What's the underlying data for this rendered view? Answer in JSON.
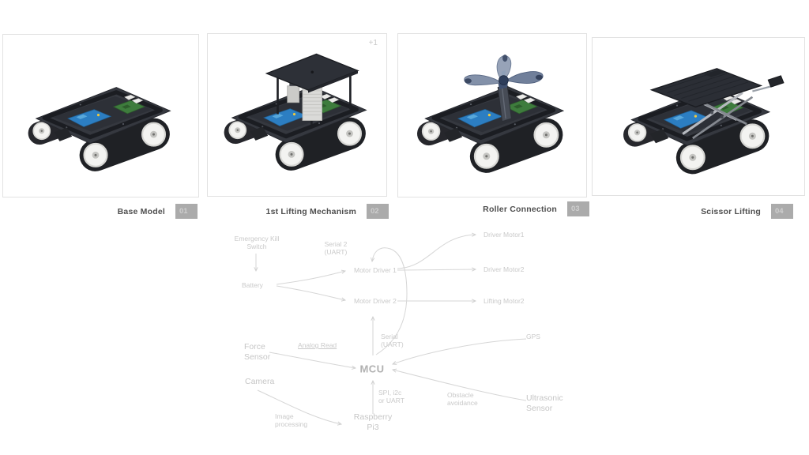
{
  "page": {
    "background": "#ffffff"
  },
  "gallery": {
    "badge_bg": "#ababab",
    "badge_text_color": "#cfcfcf",
    "label_color": "#4f4f4f",
    "card_border_color": "#e2e2e2",
    "items": [
      {
        "label": "Base Model",
        "badge": "01",
        "variant": "base"
      },
      {
        "label": "1st Lifting Mechanism",
        "badge": "02",
        "variant": "first-lifting-mechanism",
        "overlay": "+1"
      },
      {
        "label": "Roller Connection",
        "badge": "03",
        "variant": "roller-connection"
      },
      {
        "label": "Scissor Lifting",
        "badge": "04",
        "variant": "scissor-lifting"
      }
    ]
  },
  "diagram": {
    "line_color": "#d6d6d6",
    "label_color": "#c9c9c9",
    "mcu_color": "#b1b1b1",
    "nodes": {
      "emergency": {
        "line1": "Emergency Kill",
        "line2": "Switch"
      },
      "battery": "Battery",
      "serial2": {
        "line1": "Serial 2",
        "line2": "(UART)"
      },
      "motor_driver_1": "Motor Driver 1",
      "motor_driver_2": "Motor Driver 2",
      "driver_motor1": "Driver Motor1",
      "driver_motor2": "Driver Motor2",
      "lifting_motor2": "Lifting  Motor2",
      "mcu": "MCU",
      "serial": {
        "line1": "Serial",
        "line2": "(UART)"
      },
      "force_sensor": {
        "line1": "Force",
        "line2": "Sensor"
      },
      "analog_read": "Analog Read",
      "camera": "Camera",
      "spi": {
        "line1": "SPI, i2c",
        "line2": "or UART"
      },
      "raspberry": {
        "line1": "Raspberry",
        "line2": "Pi3"
      },
      "image_processing": {
        "line1": "Image",
        "line2": "processing"
      },
      "gps": "GPS",
      "obstacle": {
        "line1": "Obstacle",
        "line2": "avoidance"
      },
      "ultrasonic": {
        "line1": "Ultrasonic",
        "line2": "Sensor"
      }
    }
  }
}
